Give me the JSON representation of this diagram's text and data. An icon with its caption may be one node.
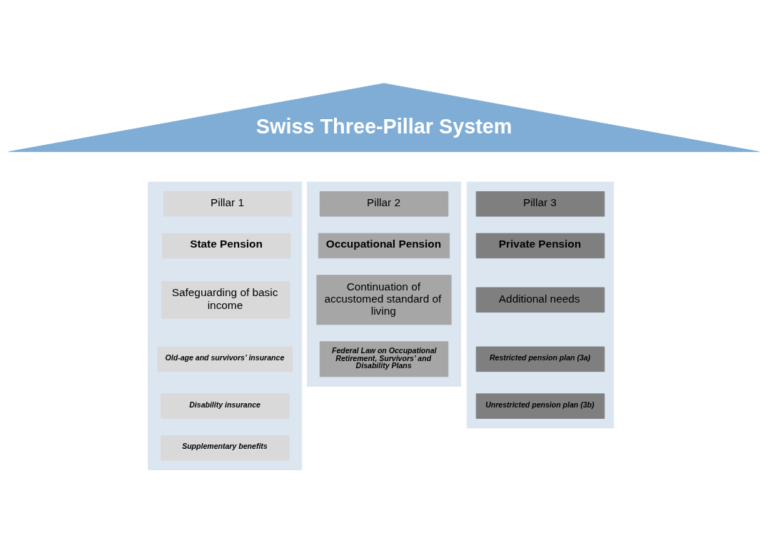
{
  "diagram": {
    "nodes": [
      {
        "text": [
          "Swiss Three-Pillar System"
        ]
      },
      {
        "text": [],
        "shape": "bar"
      },
      {
        "text": [
          "Pillar 1"
        ],
        "in": 1
      },
      {
        "text": [
          "State Pension"
        ],
        "in": 1
      },
      {
        "text": [
          "Safeguarding of basic income"
        ],
        "in": 1
      },
      {
        "text": [
          "Old-age and survivors’ insurance"
        ],
        "in": 1
      },
      {
        "text": [
          "Disability insurance"
        ],
        "in": 1
      },
      {
        "text": [
          "Supplementary benefits"
        ],
        "in": 1
      },
      {
        "text": [],
        "shape": "bar"
      },
      {
        "text": [
          "Pillar 2"
        ],
        "in": 8
      },
      {
        "text": [
          "Occupational Pension"
        ],
        "in": 8
      },
      {
        "text": [
          "Continuation of accustomed standard of living"
        ],
        "in": 8
      },
      {
        "text": [
          "Federal Law on Occupational Retirement, Survivors’ and Disability Plans"
        ],
        "in": 8
      },
      {
        "text": [],
        "shape": "bar"
      },
      {
        "text": [
          "Pillar 3"
        ],
        "in": 13
      },
      {
        "text": [
          "Private Pension"
        ],
        "in": 13
      },
      {
        "text": [
          "Additional needs"
        ],
        "in": 13
      },
      {
        "text": [
          "Restricted pension plan (3a)"
        ],
        "in": 13
      },
      {
        "text": [
          "Unrestricted pension plan (3b)"
        ],
        "in": 13
      }
    ]
  }
}
